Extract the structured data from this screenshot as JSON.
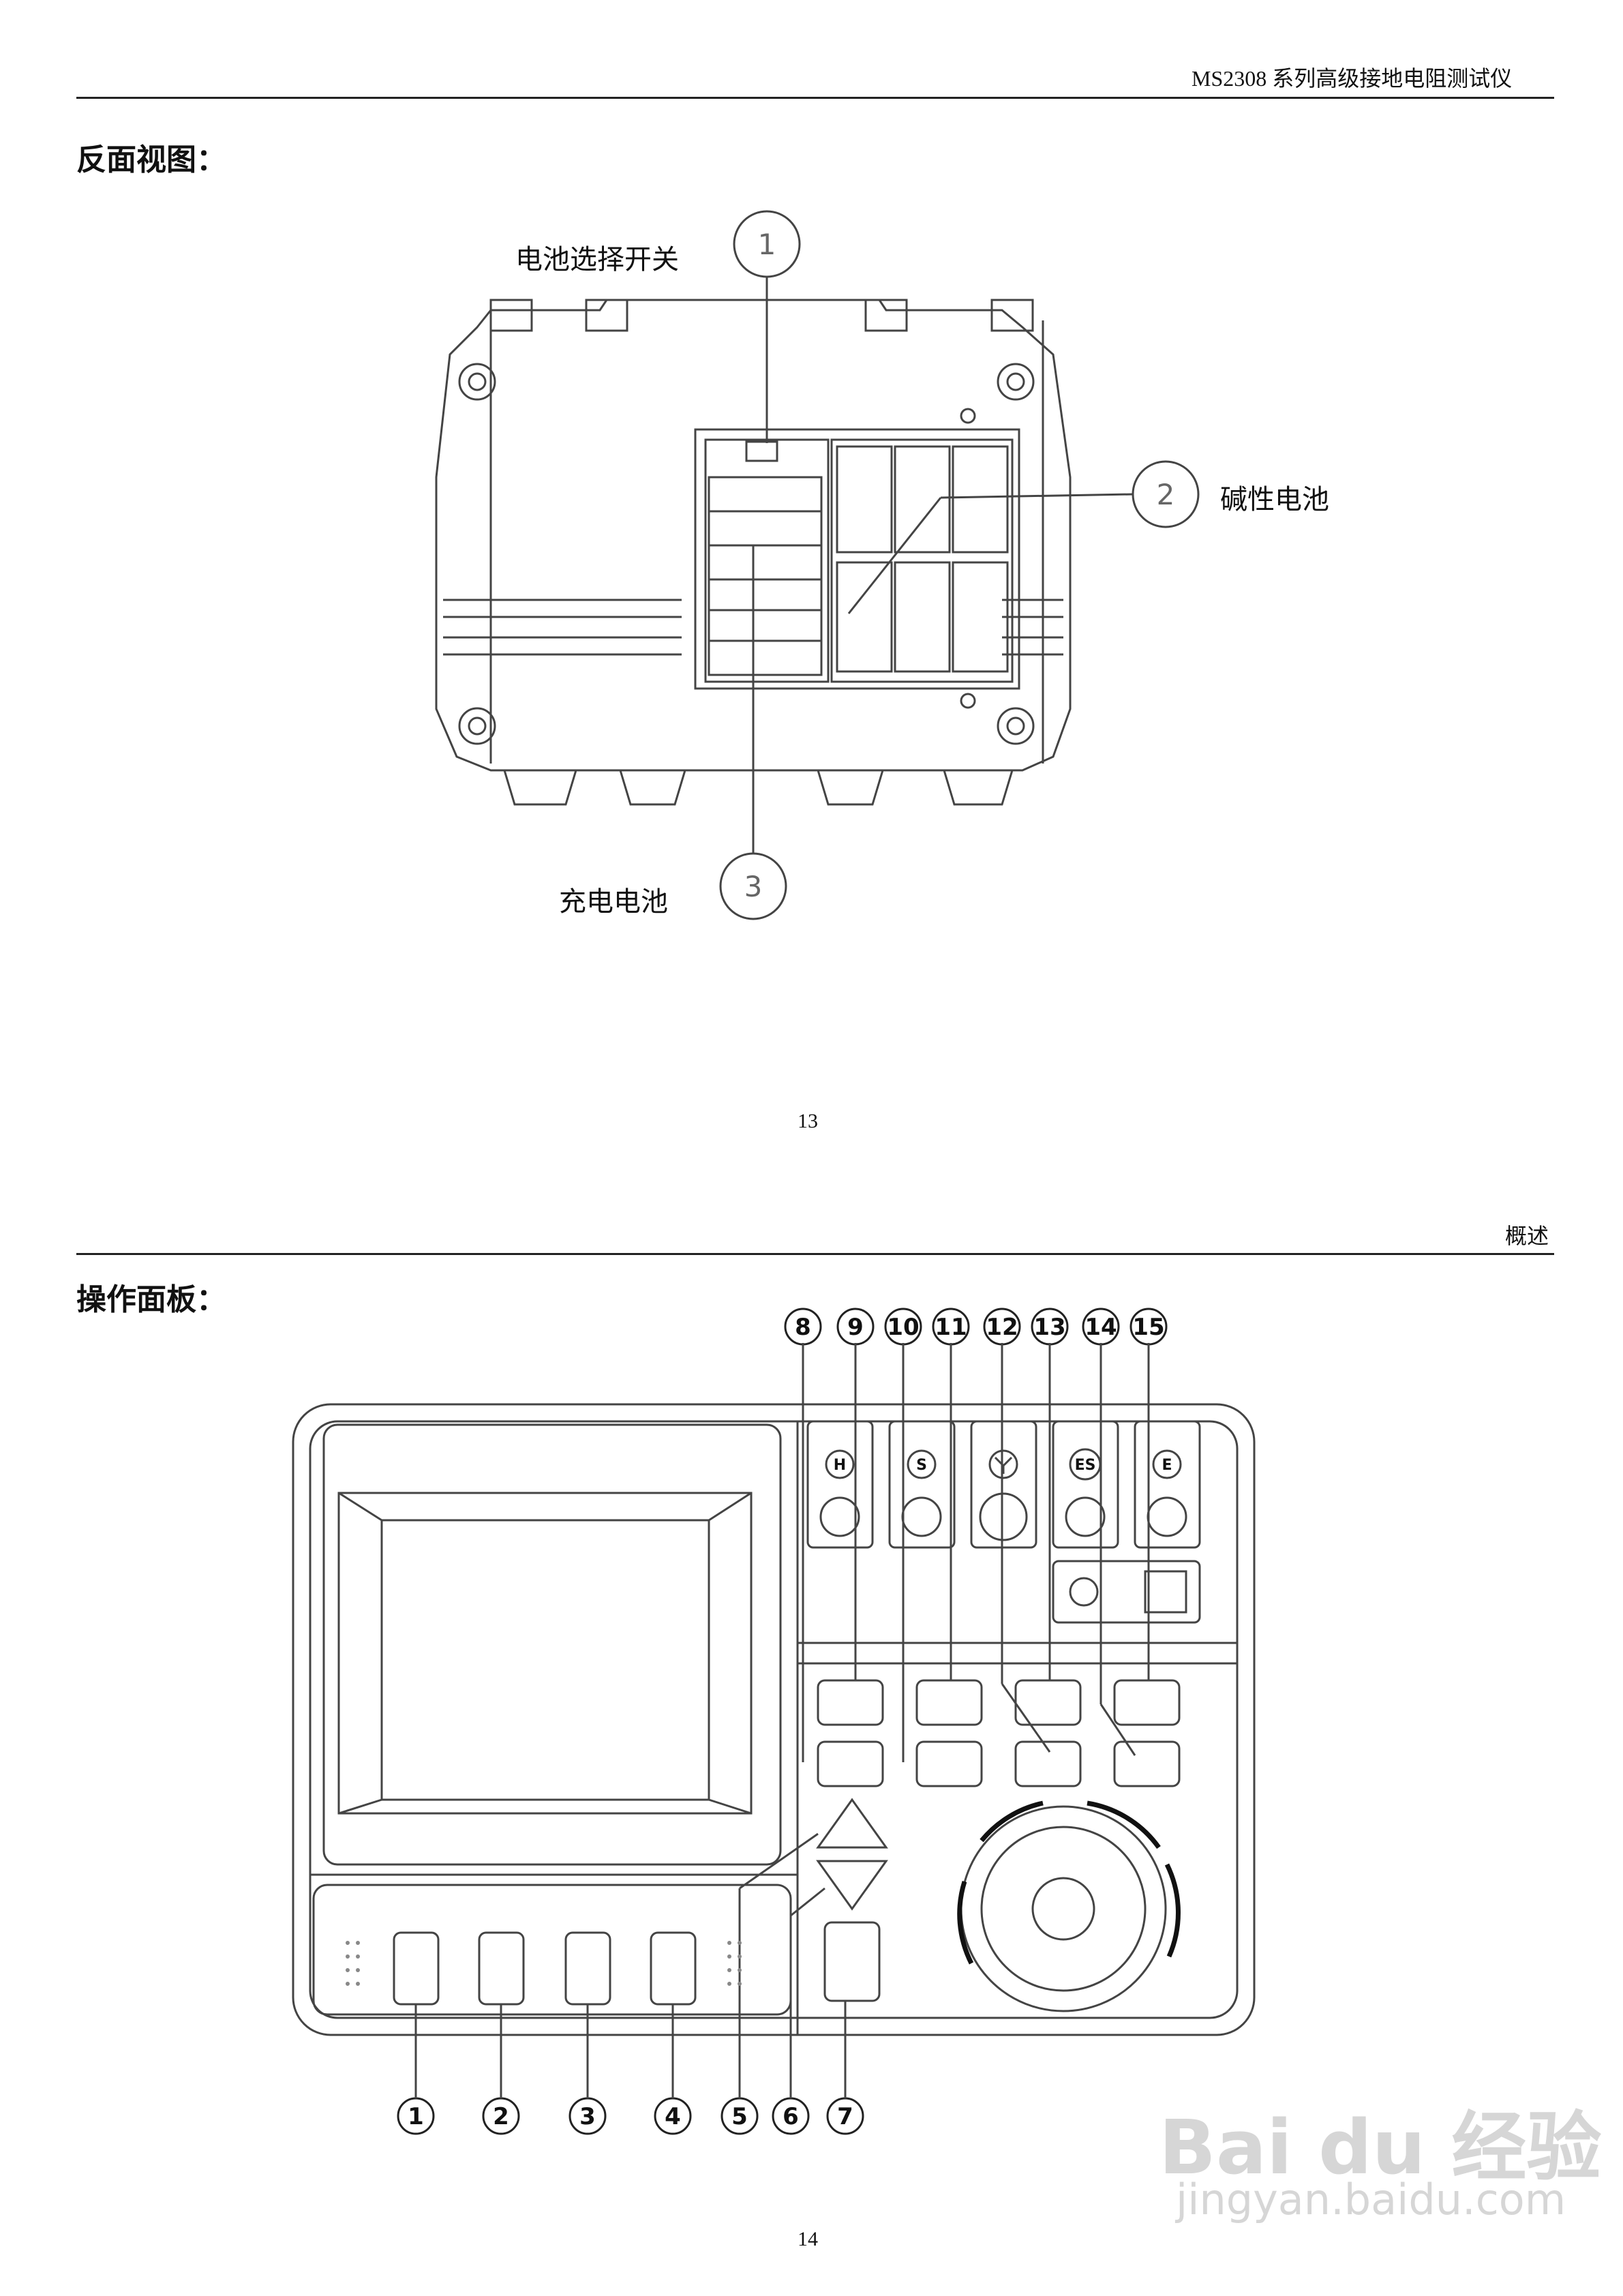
{
  "page1": {
    "header": "MS2308 系列高级接地电阻测试仪",
    "section_title": "反面视图：",
    "callouts": [
      {
        "num": "1",
        "label": "电池选择开关"
      },
      {
        "num": "2",
        "label": "碱性电池"
      },
      {
        "num": "3",
        "label": "充电电池"
      }
    ],
    "page_number": "13"
  },
  "page2": {
    "header": "概述",
    "section_title": "操作面板：",
    "top_numbers": [
      "8",
      "9",
      "10",
      "11",
      "12",
      "13",
      "14",
      "15"
    ],
    "bottom_numbers": [
      "1",
      "2",
      "3",
      "4",
      "5",
      "6",
      "7"
    ],
    "terminals": [
      "H",
      "S",
      "",
      "ES",
      "E"
    ],
    "page_number": "14"
  },
  "watermark": {
    "logo": "Bai du 经验",
    "url": "jingyan.baidu.com"
  }
}
